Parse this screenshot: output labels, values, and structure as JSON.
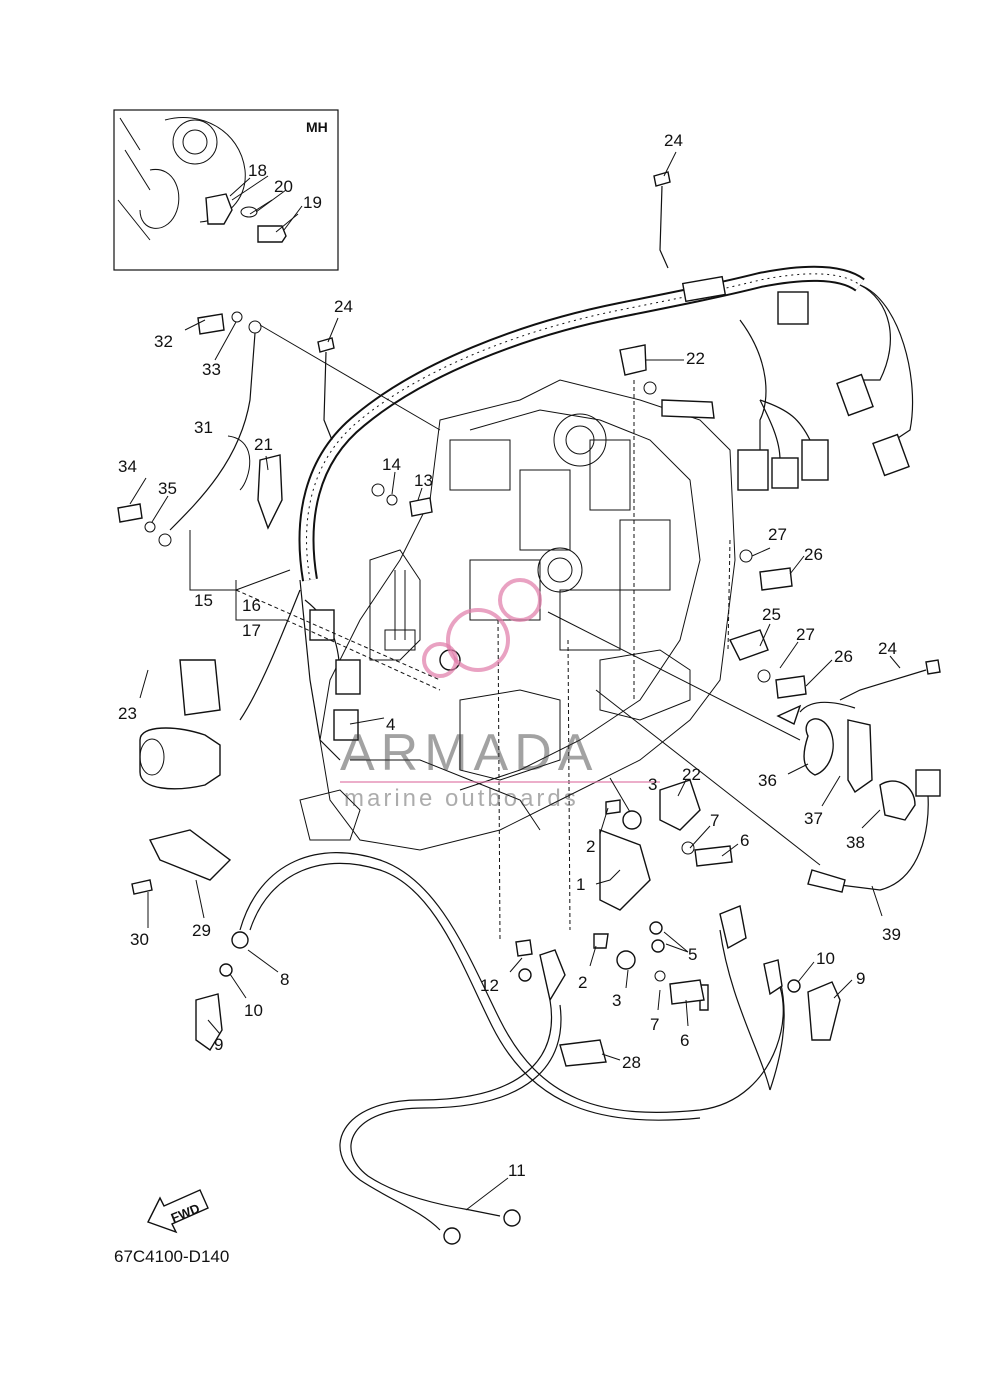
{
  "inset": {
    "label": "MH"
  },
  "diagram_code": "67C4100-D140",
  "fwd_label": "FWD",
  "watermark": {
    "brand": "ARMADA",
    "tagline": "marine outboards",
    "accent": "#e07aa8"
  },
  "callouts": {
    "c1": "1",
    "c2a": "2",
    "c2b": "2",
    "c3a": "3",
    "c3b": "3",
    "c4": "4",
    "c5": "5",
    "c6a": "6",
    "c6b": "6",
    "c7a": "7",
    "c7b": "7",
    "c8": "8",
    "c9a": "9",
    "c9b": "9",
    "c10a": "10",
    "c10b": "10",
    "c11": "11",
    "c12": "12",
    "c13": "13",
    "c14": "14",
    "c15": "15",
    "c16": "16",
    "c17": "17",
    "c18": "18",
    "c19": "19",
    "c20": "20",
    "c21": "21",
    "c22a": "22",
    "c22b": "22",
    "c23": "23",
    "c24a": "24",
    "c24b": "24",
    "c24c": "24",
    "c25": "25",
    "c26a": "26",
    "c26b": "26",
    "c27a": "27",
    "c27b": "27",
    "c28": "28",
    "c29": "29",
    "c30": "30",
    "c31": "31",
    "c32": "32",
    "c33": "33",
    "c34": "34",
    "c35": "35",
    "c36": "36",
    "c37": "37",
    "c38": "38",
    "c39": "39"
  }
}
